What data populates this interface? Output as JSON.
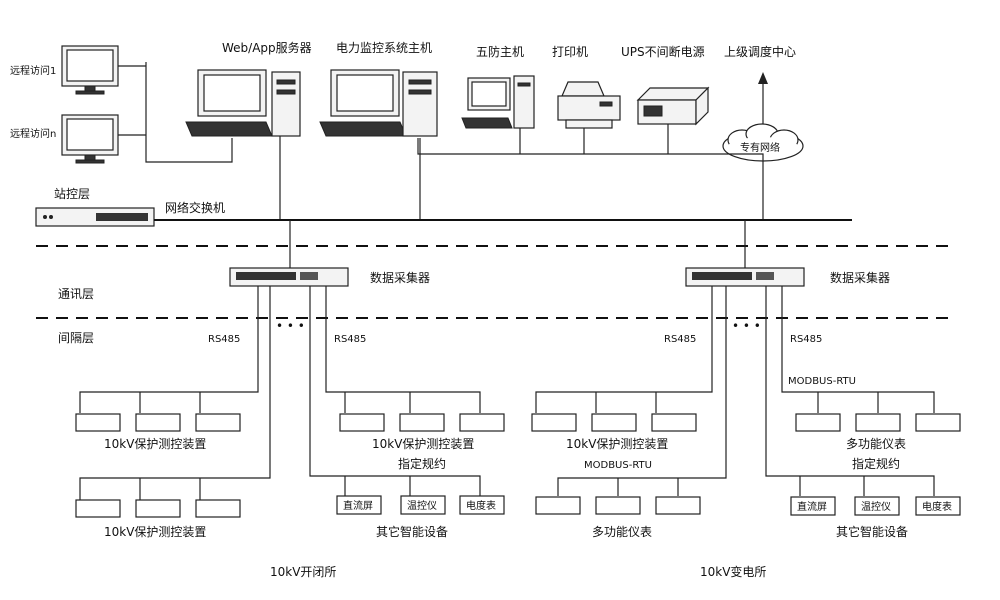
{
  "remote_access": [
    "远程访问1",
    "远程访问n"
  ],
  "top_devices": {
    "web_server": "Web/App服务器",
    "monitor_host": "电力监控系统主机",
    "five_prevention": "五防主机",
    "printer": "打印机",
    "ups": "UPS不间断电源",
    "dispatch_center": "上级调度中心",
    "private_network": "专有网络"
  },
  "layers": {
    "station": "站控层",
    "comm": "通讯层",
    "bay": "间隔层"
  },
  "switch_label": "网络交换机",
  "left": {
    "collector": "数据采集器",
    "rs485_a": "RS485",
    "rs485_b": "RS485",
    "group1": "10kV保护测控装置",
    "group2": "10kV保护测控装置",
    "group3": "10kV保护测控装置",
    "protocol": "指定规约",
    "dev_dc": "直流屏",
    "dev_temp": "温控仪",
    "dev_meter": "电度表",
    "other": "其它智能设备",
    "site": "10kV开闭所"
  },
  "right": {
    "collector": "数据采集器",
    "rs485_a": "RS485",
    "rs485_b": "RS485",
    "modbus_top": "MODBUS-RTU",
    "group1": "10kV保护测控装置",
    "modbus_mid": "MODBUS-RTU",
    "multi1": "多功能仪表",
    "multi2": "多功能仪表",
    "protocol": "指定规约",
    "dev_dc": "直流屏",
    "dev_temp": "温控仪",
    "dev_meter": "电度表",
    "other": "其它智能设备",
    "site": "10kV变电所"
  },
  "ellipsis": "• • •"
}
